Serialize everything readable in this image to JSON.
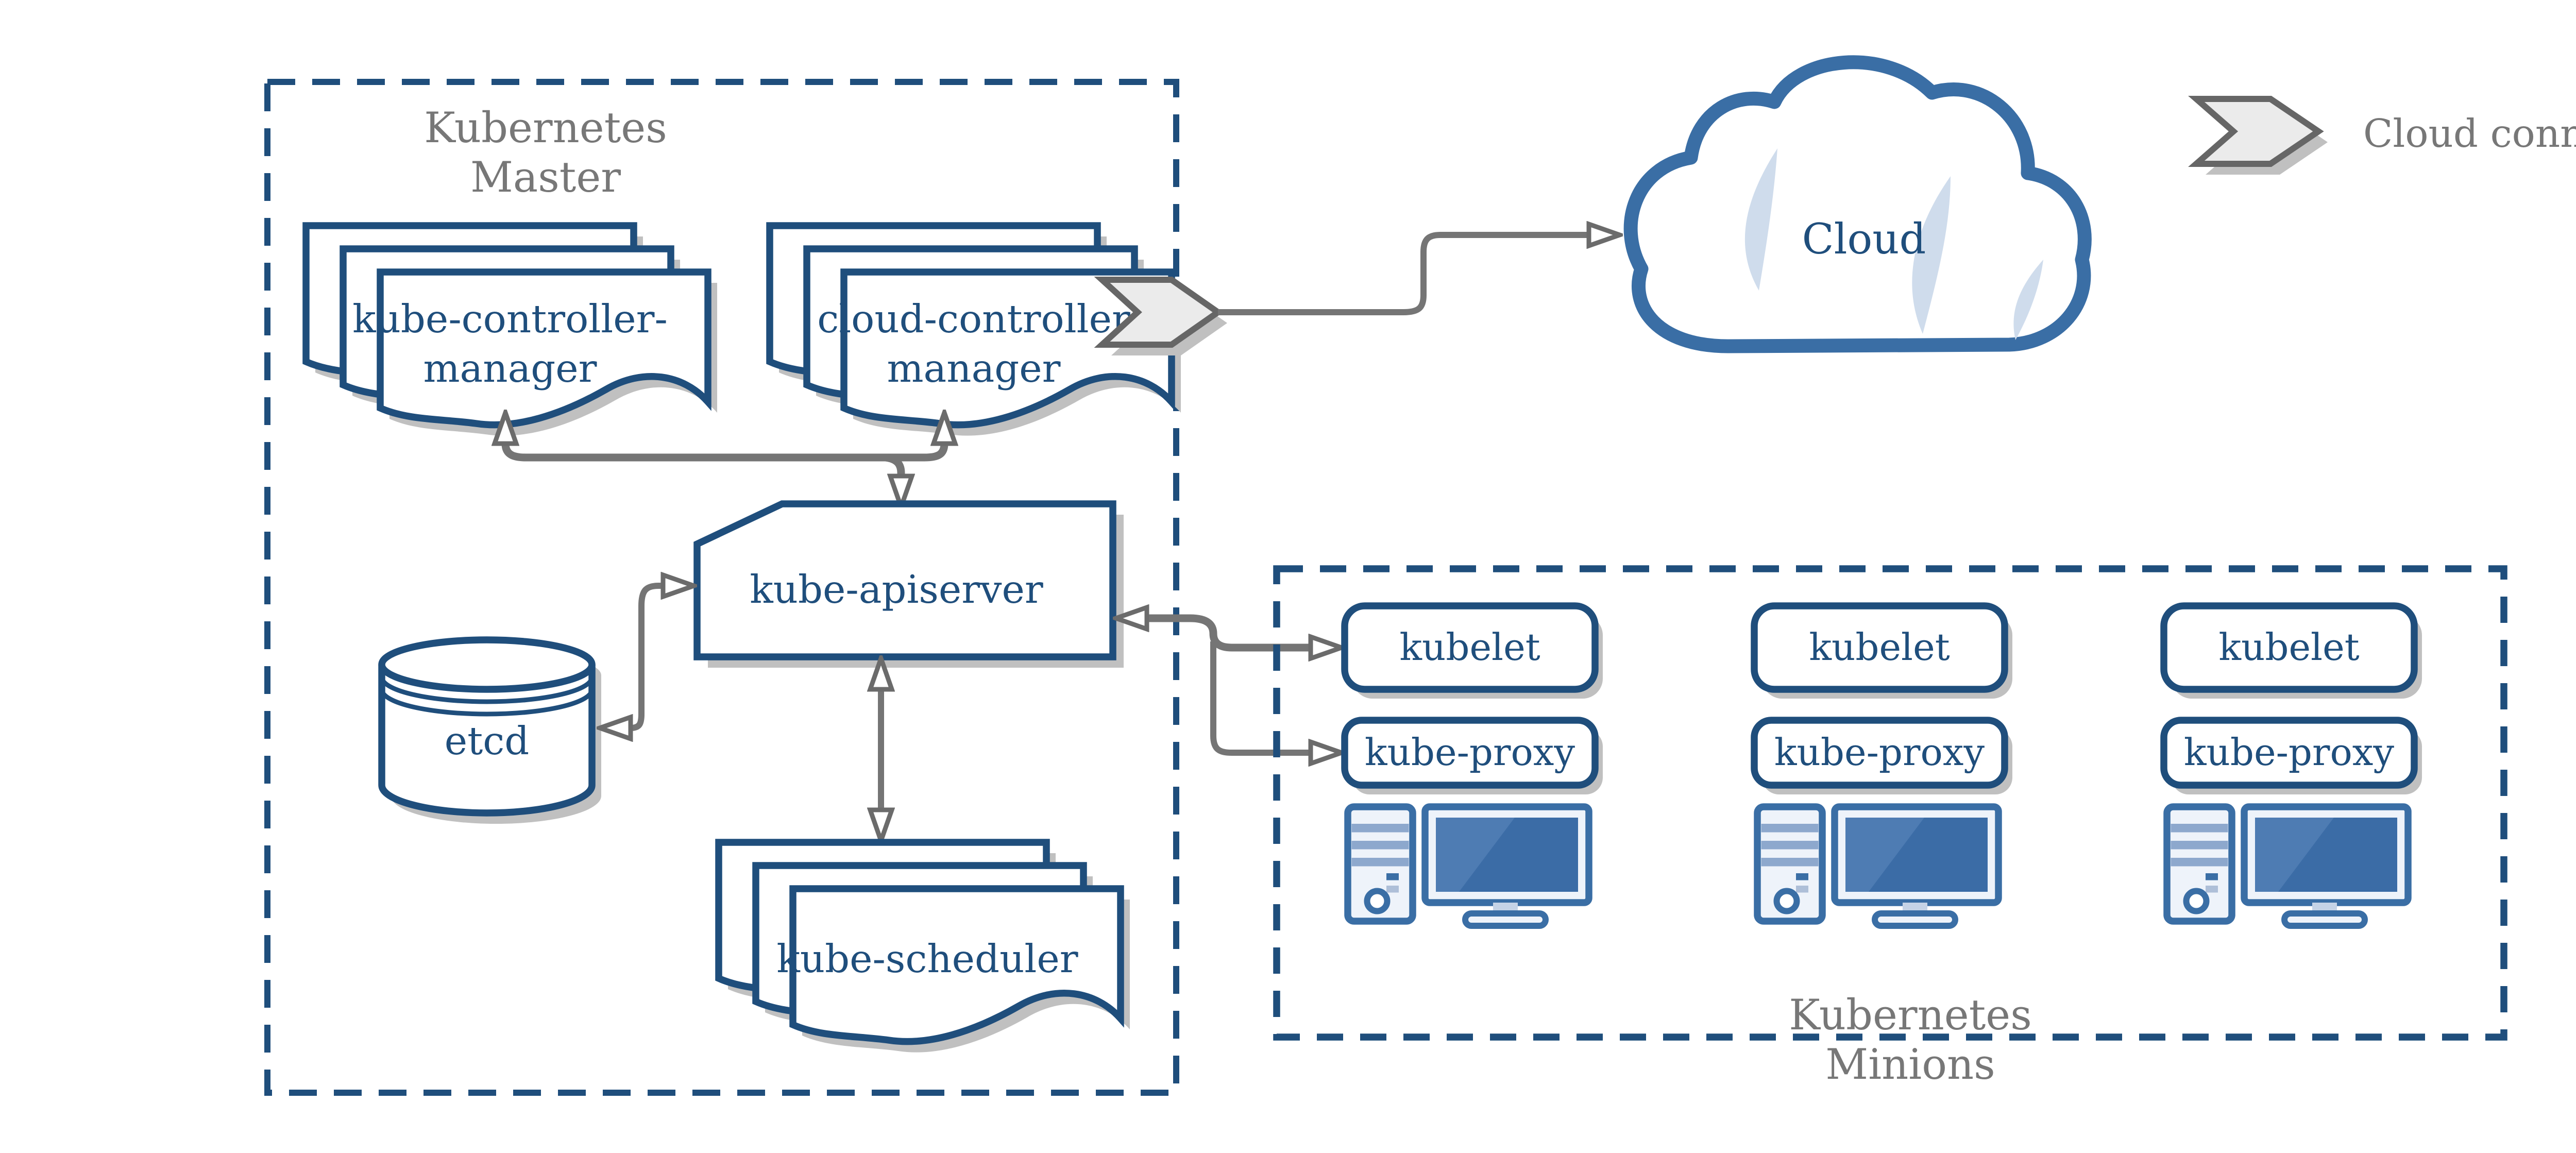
{
  "master": {
    "label_line1": "Kubernetes",
    "label_line2": "Master",
    "kube_controller_manager": {
      "line1": "kube-controller-",
      "line2": "manager"
    },
    "cloud_controller_manager": {
      "line1": "cloud-controller",
      "line2": "manager"
    },
    "kube_apiserver": "kube-apiserver",
    "etcd": "etcd",
    "kube_scheduler": "kube-scheduler"
  },
  "cloud": {
    "label": "Cloud"
  },
  "legend": {
    "label": "Cloud connector"
  },
  "minions": {
    "label_line1": "Kubernetes",
    "label_line2": "Minions",
    "nodes": [
      {
        "kubelet": "kubelet",
        "kube_proxy": "kube-proxy"
      },
      {
        "kubelet": "kubelet",
        "kube_proxy": "kube-proxy"
      },
      {
        "kubelet": "kubelet",
        "kube_proxy": "kube-proxy"
      }
    ]
  },
  "colors": {
    "navy": "#1f4e7c",
    "cloud_blue": "#3a6ea5",
    "screen_blue": "#3b6ca6",
    "screen_highlight": "#4e7cb3",
    "stripe_blue": "#8da8cd",
    "light_fill": "#eef3fa",
    "crescent": "#cfdcec",
    "line_gray": "#757575",
    "label_gray": "#777777",
    "chevron_fill": "#ebebeb",
    "chevron_stroke": "#666666",
    "shadow": "#c0c0c0"
  }
}
